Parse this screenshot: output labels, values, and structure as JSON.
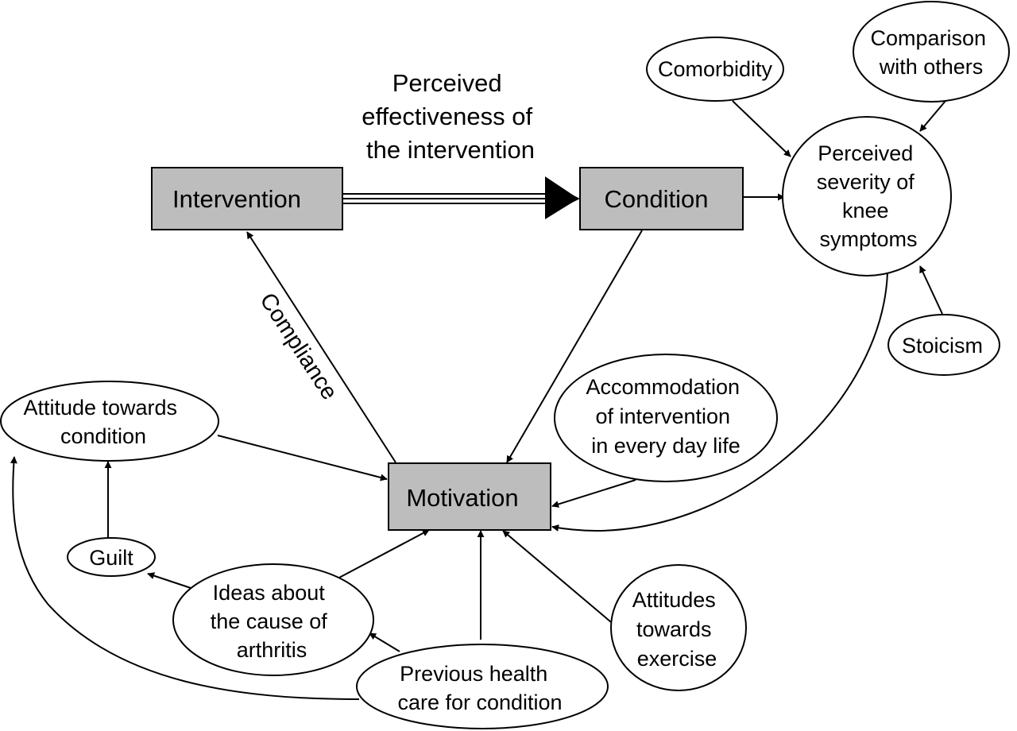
{
  "diagram": {
    "boxes": {
      "intervention": "Intervention",
      "condition": "Condition",
      "motivation": "Motivation"
    },
    "edge_labels": {
      "effectiveness": [
        "Perceived",
        "effectiveness of",
        "the intervention"
      ],
      "compliance": "Compliance"
    },
    "ellipses": {
      "comorbidity": [
        "Comorbidity"
      ],
      "comparison": [
        "Comparison",
        "with others"
      ],
      "severity": [
        "Perceived",
        "severity of",
        "knee",
        "symptoms"
      ],
      "stoicism": [
        "Stoicism"
      ],
      "accommodation": [
        "Accommodation",
        "of intervention",
        "in every day life"
      ],
      "attitude_condition": [
        "Attitude towards",
        "condition"
      ],
      "guilt": [
        "Guilt"
      ],
      "ideas": [
        "Ideas about",
        "the cause of",
        "arthritis"
      ],
      "previous": [
        "Previous health",
        "care for condition"
      ],
      "exercise": [
        "Attitudes",
        "towards",
        "exercise"
      ]
    }
  }
}
